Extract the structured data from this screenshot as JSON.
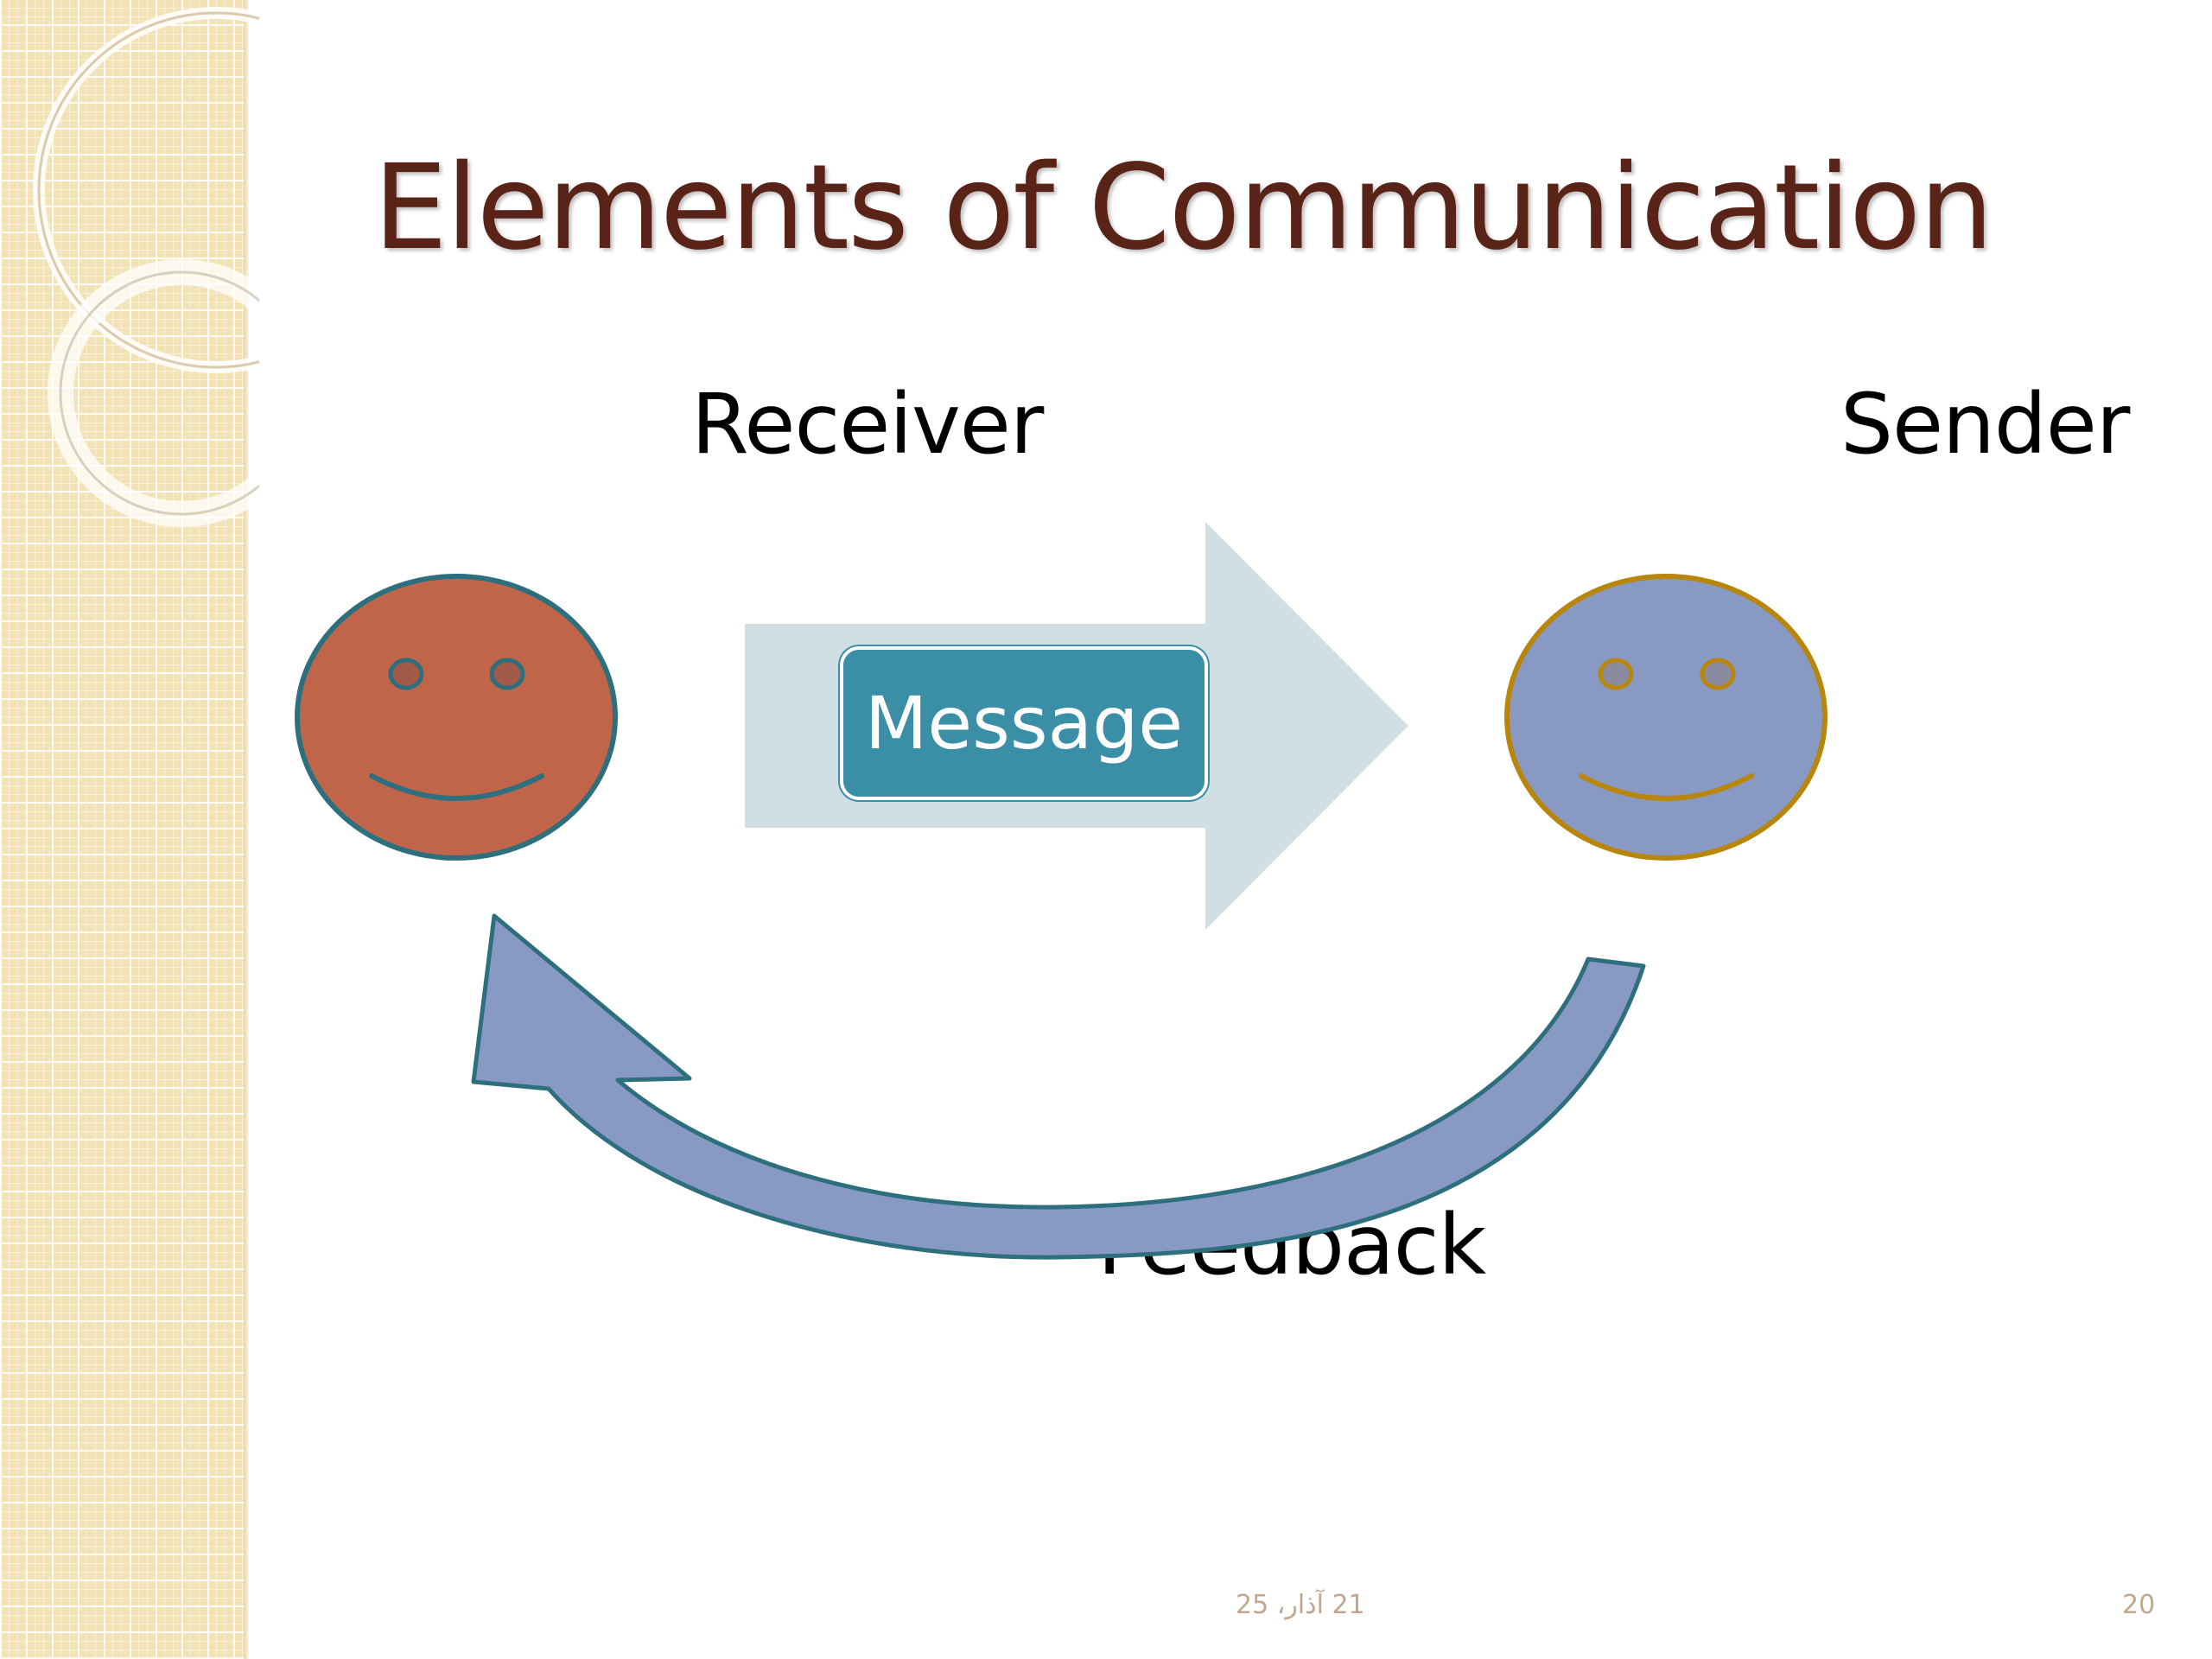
{
  "slide": {
    "title": "Elements of Communication",
    "receiver_label": "Receiver",
    "sender_label": "Sender",
    "message_label": "Message",
    "feedback_label": "Feedback",
    "footer_date": "21 آذار، 25",
    "page_number": "20"
  },
  "colors": {
    "title": "#5a2318",
    "receiver_face": "#c0654a",
    "sender_face": "#8899c4",
    "message_box": "#3a8fa6",
    "message_arrow": "#cfdfe3",
    "feedback_arrow": "#8899c4",
    "sidebar": "#f3e2b3"
  },
  "icons": {
    "receiver": "smiley-face-icon",
    "sender": "smiley-face-icon",
    "message_arrow": "right-arrow-icon",
    "feedback_arrow": "curved-arrow-icon"
  }
}
